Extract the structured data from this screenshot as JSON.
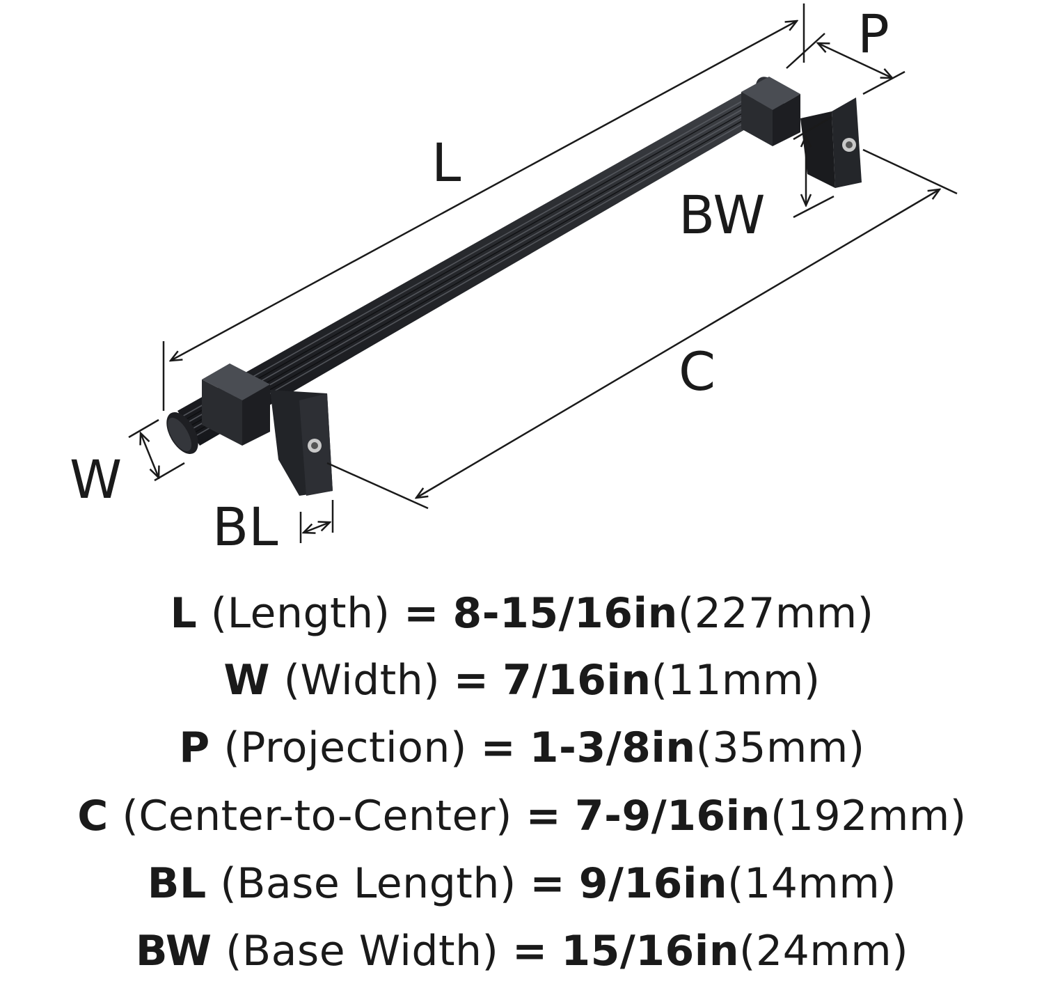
{
  "diagram": {
    "labels": {
      "L": "L",
      "P": "P",
      "BW": "BW",
      "C": "C",
      "W": "W",
      "BL": "BL"
    },
    "colors": {
      "handle": "#2a2c30",
      "handle_dark": "#15161a",
      "handle_light": "#4a4d53",
      "line": "#1a1a1a",
      "screw": "#b8b8b8"
    }
  },
  "specs": [
    {
      "code": "L",
      "name": "(Length)",
      "eq": "=",
      "imperial": "8-15/16in",
      "metric": "(227mm)"
    },
    {
      "code": "W",
      "name": "(Width)",
      "eq": "=",
      "imperial": "7/16in",
      "metric": "(11mm)"
    },
    {
      "code": "P",
      "name": "(Projection)",
      "eq": "=",
      "imperial": "1-3/8in",
      "metric": "(35mm)"
    },
    {
      "code": "C",
      "name": "(Center-to-Center)",
      "eq": "=",
      "imperial": "7-9/16in",
      "metric": "(192mm)"
    },
    {
      "code": "BL",
      "name": "(Base Length)",
      "eq": "=",
      "imperial": "9/16in",
      "metric": "(14mm)"
    },
    {
      "code": "BW",
      "name": "(Base Width)",
      "eq": "=",
      "imperial": "15/16in",
      "metric": "(24mm)"
    }
  ]
}
